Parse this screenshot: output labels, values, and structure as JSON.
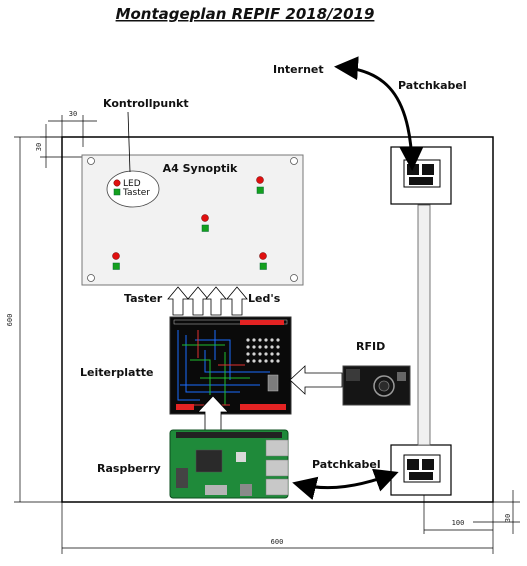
{
  "title": "Montageplan REPIF 2018/2019",
  "labels": {
    "internet": "Internet",
    "patchkabel_top": "Patchkabel",
    "kontrollpunkt": "Kontrollpunkt",
    "led": "LED",
    "taster_small": "Taster",
    "a4_synoptik": "A4 Synoptik",
    "taster": "Taster",
    "leds": "Led's",
    "rfid": "RFID",
    "leiterplatte": "Leiterplatte",
    "raspberry": "Raspberry",
    "patchkabel_bottom": "Patchkabel"
  },
  "dimensions": {
    "top_30_h": "30",
    "top_30_v": "30",
    "height_600": "600",
    "width_600": "600",
    "bottom_100": "100",
    "bottom_30": "30"
  },
  "colors": {
    "led_red": "#e01010",
    "led_green": "#14a01e",
    "pcb_bg": "#0a0a0a",
    "raspberry_green": "#1f8a3a"
  }
}
